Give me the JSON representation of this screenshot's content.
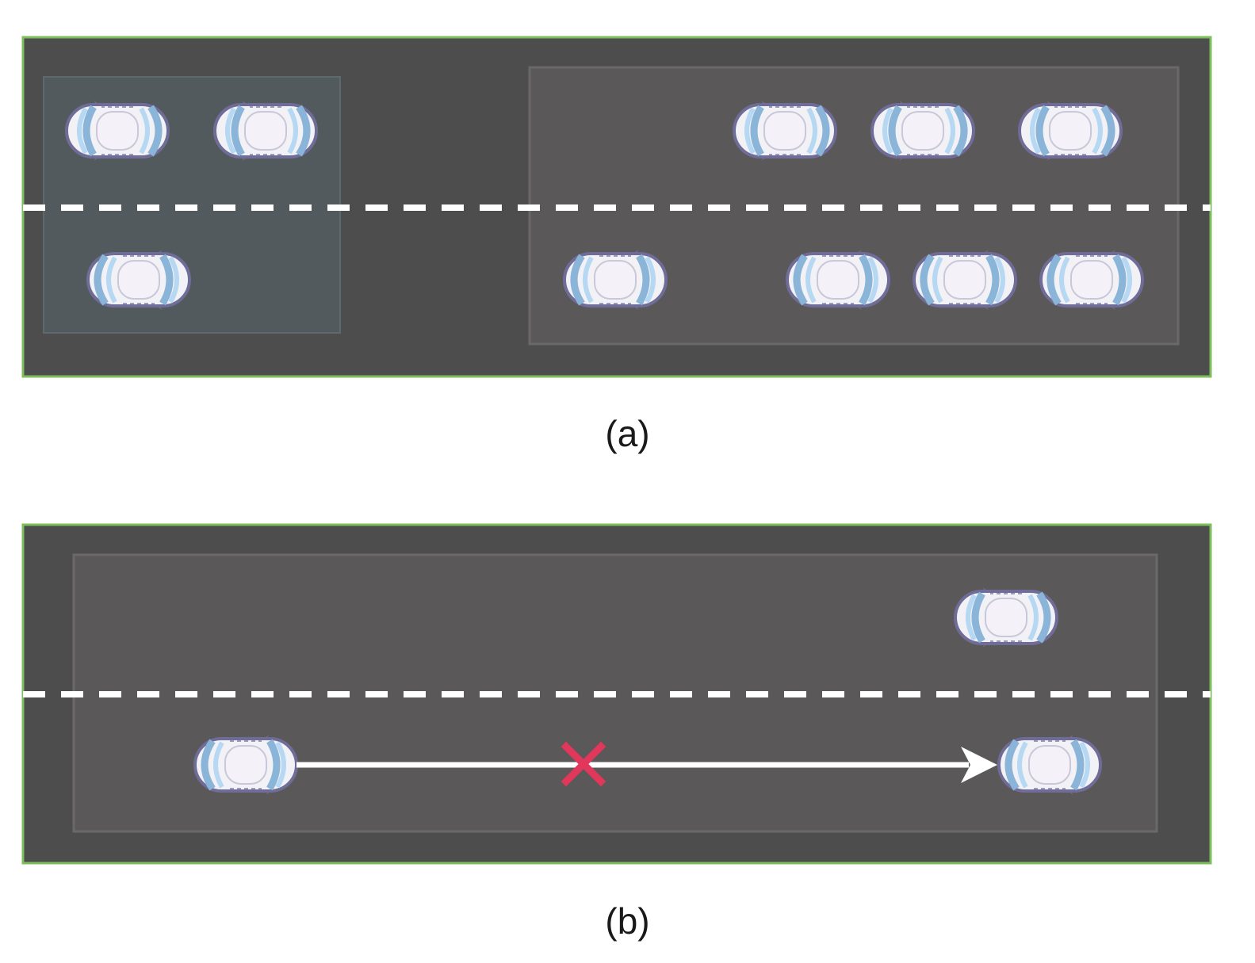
{
  "panels": [
    {
      "caption": "(a)",
      "road_color": "#4d4d4d",
      "border_color": "#7cbf5a",
      "regions": [
        {
          "fill": "#535a5e",
          "stroke": "#5c6a70"
        },
        {
          "fill": "#5a5859",
          "stroke": "#6a6869"
        }
      ],
      "cars": [
        {
          "lane": "upper",
          "facing": "left"
        },
        {
          "lane": "upper",
          "facing": "left"
        },
        {
          "lane": "lower",
          "facing": "right"
        },
        {
          "lane": "upper",
          "facing": "left"
        },
        {
          "lane": "upper",
          "facing": "left"
        },
        {
          "lane": "upper",
          "facing": "left"
        },
        {
          "lane": "lower",
          "facing": "right"
        },
        {
          "lane": "lower",
          "facing": "right"
        },
        {
          "lane": "lower",
          "facing": "right"
        },
        {
          "lane": "lower",
          "facing": "right"
        }
      ]
    },
    {
      "caption": "(b)",
      "road_color": "#4d4d4d",
      "border_color": "#7cbf5a",
      "regions": [
        {
          "fill": "#5a5859",
          "stroke": "#6a6869"
        }
      ],
      "cars": [
        {
          "lane": "upper",
          "facing": "left"
        },
        {
          "lane": "lower",
          "facing": "right"
        },
        {
          "lane": "lower",
          "facing": "right"
        }
      ],
      "blocked_path": {
        "arrow_color": "#ffffff",
        "cross_color": "#e0375a"
      }
    }
  ]
}
